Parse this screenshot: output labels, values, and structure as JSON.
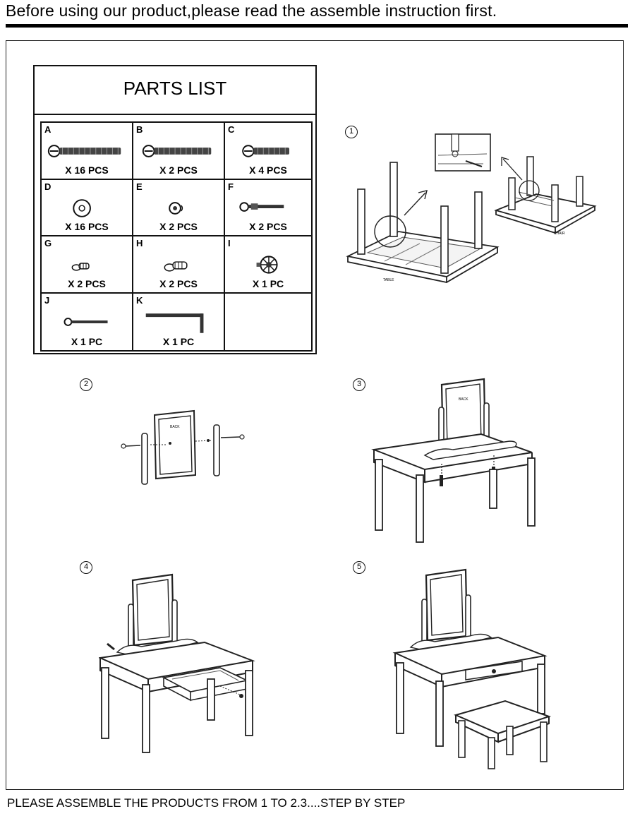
{
  "header": {
    "title": "Before using our product,please read the assemble instruction first."
  },
  "parts_list": {
    "title": "PARTS LIST",
    "items": [
      {
        "letter": "A",
        "qty": "X 16 PCS",
        "icon": "long-bolt-icon"
      },
      {
        "letter": "B",
        "qty": "X 2 PCS",
        "icon": "medium-bolt-icon"
      },
      {
        "letter": "C",
        "qty": "X 4 PCS",
        "icon": "short-bolt-icon"
      },
      {
        "letter": "D",
        "qty": "X 16 PCS",
        "icon": "washer-icon"
      },
      {
        "letter": "E",
        "qty": "X 2 PCS",
        "icon": "small-washer-icon"
      },
      {
        "letter": "F",
        "qty": "X 2 PCS",
        "icon": "pin-bolt-icon"
      },
      {
        "letter": "G",
        "qty": "X 2 PCS",
        "icon": "cam-bolt-icon"
      },
      {
        "letter": "H",
        "qty": "X 2 PCS",
        "icon": "cam-bolt-icon"
      },
      {
        "letter": "I",
        "qty": "X 1 PC",
        "icon": "knob-icon"
      },
      {
        "letter": "J",
        "qty": "X 1 PC",
        "icon": "screw-icon"
      },
      {
        "letter": "K",
        "qty": "X 1 PC",
        "icon": "allen-key-icon"
      },
      {
        "letter": "",
        "qty": "",
        "icon": ""
      }
    ]
  },
  "steps": [
    {
      "number": "1",
      "labels": {
        "table": "TABLE",
        "chair": "CHAIR"
      }
    },
    {
      "number": "2",
      "labels": {
        "back": "BACK"
      }
    },
    {
      "number": "3",
      "labels": {
        "back": "BACK"
      }
    },
    {
      "number": "4"
    },
    {
      "number": "5"
    }
  ],
  "footer": {
    "text": "PLEASE ASSEMBLE THE PRODUCTS FROM 1 TO 2.3....STEP BY STEP"
  }
}
